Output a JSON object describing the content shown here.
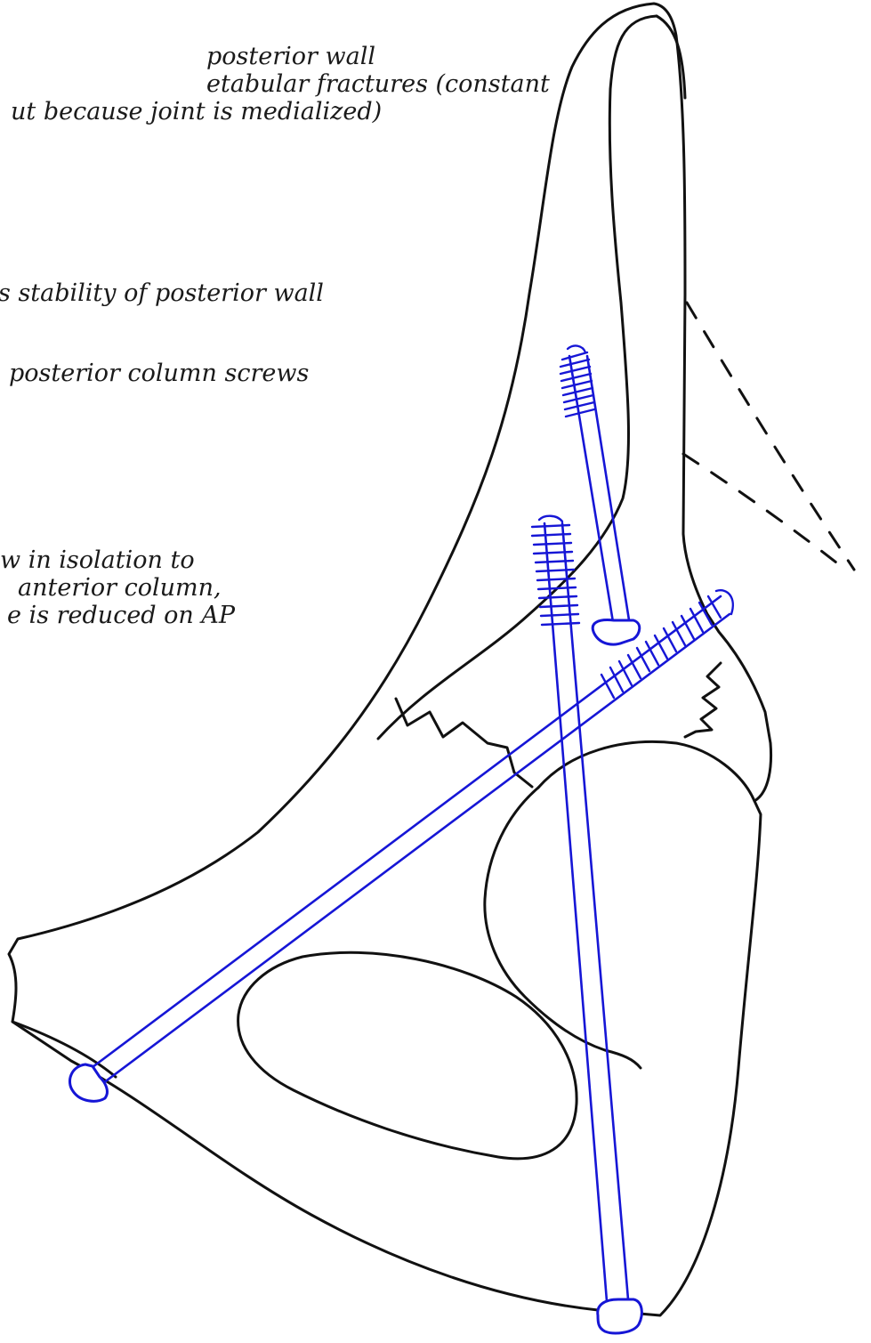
{
  "notes": {
    "block1": [
      "posterior wall",
      "etabular fractures (constant",
      "ut  because joint is medialized)"
    ],
    "block2": "s stability of posterior wall",
    "block3": "posterior column screws",
    "block4": [
      "w in isolation to",
      "anterior column,",
      "e is reduced on AP"
    ]
  },
  "colors": {
    "outline": "#111111",
    "screw": "#1616d6",
    "background": "#ffffff"
  },
  "drawing": {
    "bone_elements": [
      "iliac-wing-outline",
      "ilium-inner-contour",
      "acetabulum-rim",
      "obturator-foramen",
      "fracture-lines"
    ],
    "hardware": [
      "posterior-column-screw-short",
      "posterior-column-screw-long",
      "anterior-column-screw"
    ]
  }
}
